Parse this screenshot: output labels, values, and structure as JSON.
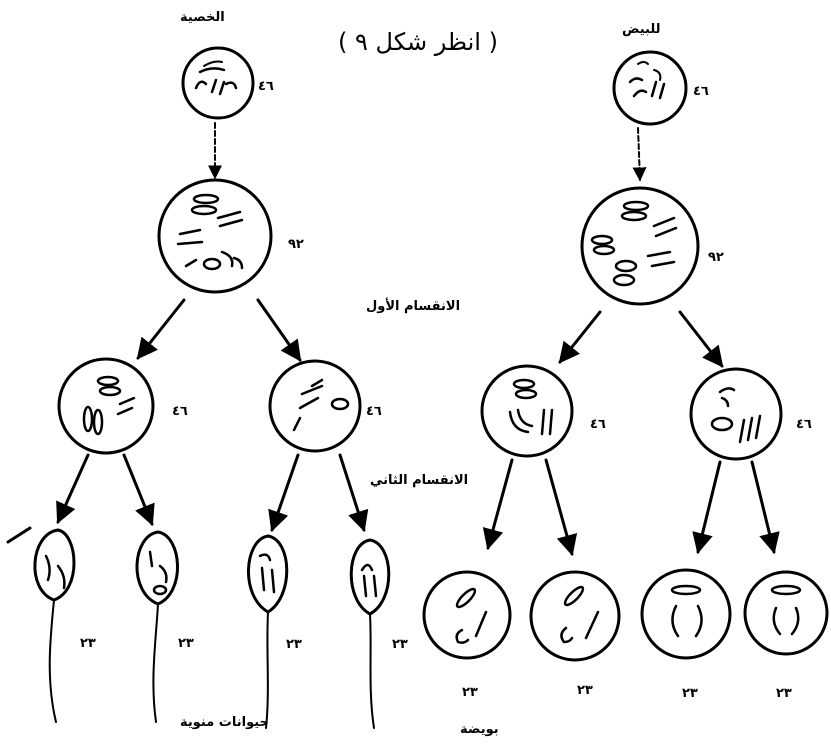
{
  "labels": {
    "figure_note": "( انظر شكل ٩ )",
    "testis": "الخصية",
    "ovary": "للبيض",
    "first_division": "الانقسام الأول",
    "second_division": "الانقسام الثاني",
    "sperms": "حيوانات منوية",
    "ova": "بويضة"
  },
  "counts": {
    "testis_start": "٤٦",
    "testis_mid": "٩٢",
    "testis_left": "٤٦",
    "testis_right": "٤٦",
    "sperm_1": "٢٣",
    "sperm_2": "٢٣",
    "sperm_3": "٢٣",
    "sperm_4": "٢٣",
    "ovary_start": "٤٦",
    "ovary_mid": "٩٢",
    "ovary_left": "٤٦",
    "ovary_right": "٤٦",
    "egg_1": "٢٣",
    "egg_2": "٢٣",
    "egg_3": "٢٣",
    "egg_4": "٢٣"
  }
}
